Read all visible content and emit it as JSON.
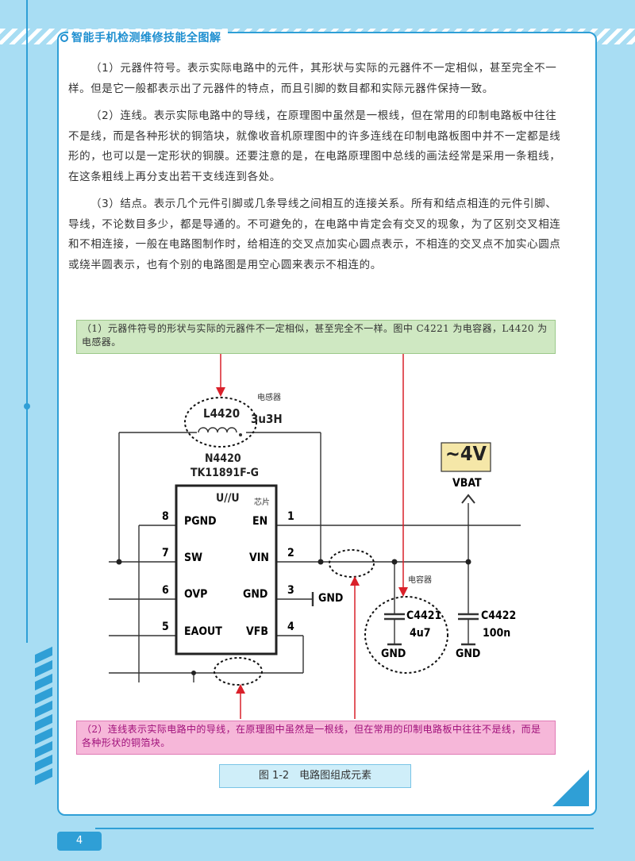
{
  "header": {
    "title": "智能手机检测维修技能全图解"
  },
  "paragraphs": [
    "（1）元器件符号。表示实际电路中的元件，其形状与实际的元器件不一定相似，甚至完全不一样。但是它一般都表示出了元器件的特点，而且引脚的数目都和实际元器件保持一致。",
    "（2）连线。表示实际电路中的导线，在原理图中虽然是一根线，但在常用的印制电路板中往往不是线，而是各种形状的铜箔块，就像收音机原理图中的许多连线在印制电路板图中并不一定都是线形的，也可以是一定形状的铜膜。还要注意的是，在电路原理图中总线的画法经常是采用一条粗线，在这条粗线上再分支出若干支线连到各处。",
    "（3）结点。表示几个元件引脚或几条导线之间相互的连接关系。所有和结点相连的元件引脚、导线，不论数目多少，都是导通的。不可避免的，在电路中肯定会有交叉的现象，为了区别交叉相连和不相连接，一般在电路图制作时，给相连的交叉点加实心圆点表示，不相连的交叉点不加实心圆点或绕半圆表示，也有个别的电路图是用空心圆来表示不相连的。"
  ],
  "notes": {
    "green": "（1）元器件符号的形状与实际的元器件不一定相似，甚至完全不一样。图中 C4221 为电容器，L4420 为电感器。",
    "pink": "（2）连线表示实际电路中的导线，在原理图中虽然是一根线，但在常用的印制电路板中往往不是线，而是各种形状的铜箔块。"
  },
  "diagram": {
    "inductor_label": "电感器",
    "inductor_name": "L4420",
    "inductor_value": "3u3H",
    "chip_name": "N4420",
    "chip_part": "TK11891F-G",
    "chip_unit": "U//U",
    "chip_label": "芯片",
    "pins_left": [
      {
        "num": "8",
        "name": "PGND"
      },
      {
        "num": "7",
        "name": "SW"
      },
      {
        "num": "6",
        "name": "OVP"
      },
      {
        "num": "5",
        "name": "EAOUT"
      }
    ],
    "pins_right": [
      {
        "num": "1",
        "name": "EN"
      },
      {
        "num": "2",
        "name": "VIN"
      },
      {
        "num": "3",
        "name": "GND"
      },
      {
        "num": "4",
        "name": "VFB"
      }
    ],
    "gnd_pin3": "GND",
    "voltage": "~4V",
    "vbat": "VBAT",
    "capacitor_label": "电容器",
    "cap1_name": "C4421",
    "cap1_value": "4u7",
    "cap1_gnd": "GND",
    "cap2_name": "C4422",
    "cap2_value": "100n",
    "cap2_gnd": "GND"
  },
  "caption": "图 1-2　电路图组成元素",
  "page_number": "4",
  "colors": {
    "accent": "#2f9fd6",
    "green_note": "#cfe8c2",
    "pink_note": "#f6b7d9",
    "arrow": "#d9202a",
    "voltage_box": "#f5e7a8"
  }
}
